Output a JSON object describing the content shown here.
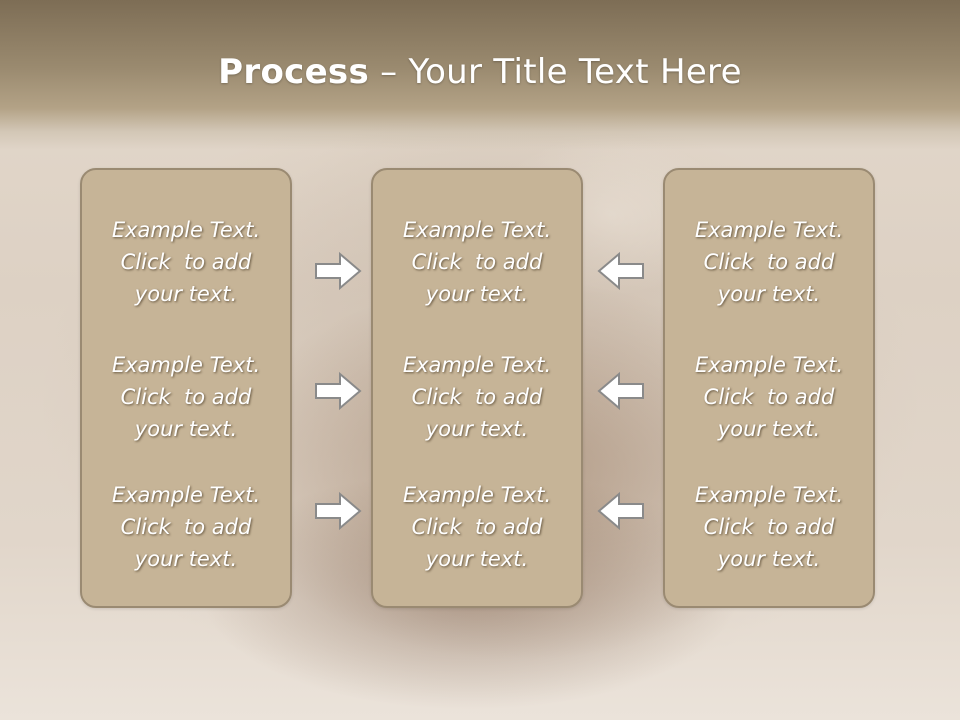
{
  "slide": {
    "title_bold": "Process",
    "title_dash": " – ",
    "title_rest": "Your Title Text Here"
  },
  "columns": [
    {
      "items": [
        {
          "line1": "Example Text.",
          "line2": "Click  to add",
          "line3": "your text."
        },
        {
          "line1": "Example Text.",
          "line2": "Click  to add",
          "line3": "your text."
        },
        {
          "line1": "Example Text.",
          "line2": "Click  to add",
          "line3": "your text."
        }
      ]
    },
    {
      "items": [
        {
          "line1": "Example Text.",
          "line2": "Click  to add",
          "line3": "your text."
        },
        {
          "line1": "Example Text.",
          "line2": "Click  to add",
          "line3": "your text."
        },
        {
          "line1": "Example Text.",
          "line2": "Click  to add",
          "line3": "your text."
        }
      ]
    },
    {
      "items": [
        {
          "line1": "Example Text.",
          "line2": "Click  to add",
          "line3": "your text."
        },
        {
          "line1": "Example Text.",
          "line2": "Click  to add",
          "line3": "your text."
        },
        {
          "line1": "Example Text.",
          "line2": "Click  to add",
          "line3": "your text."
        }
      ]
    }
  ],
  "arrows": {
    "left_group": [
      "right-arrow-icon",
      "right-arrow-icon",
      "right-arrow-icon"
    ],
    "right_group": [
      "left-arrow-icon",
      "left-arrow-icon",
      "left-arrow-icon"
    ]
  },
  "colors": {
    "title_bar": "#8f7f64",
    "panel_fill": "#c6b497",
    "panel_border": "#9a8a72",
    "text": "#ffffff",
    "arrow_fill": "#ffffff",
    "arrow_stroke": "#8a8a8a"
  }
}
